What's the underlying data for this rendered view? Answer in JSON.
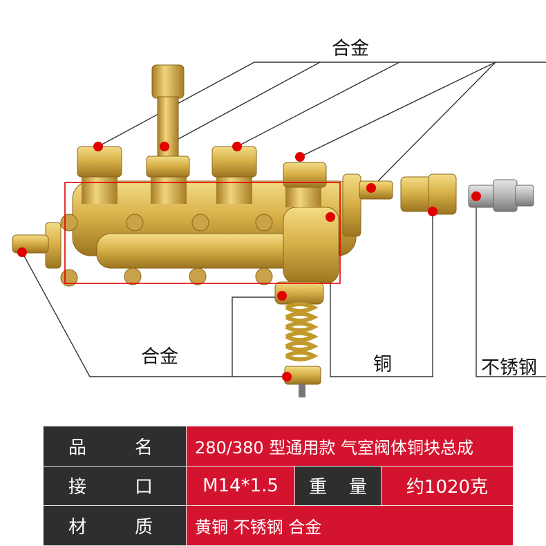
{
  "callouts": {
    "alloy_top": "合金",
    "alloy_bottom": "合金",
    "copper": "铜",
    "stainless": "不锈钢"
  },
  "spec_table": {
    "row1": {
      "label_a": "品",
      "label_b": "名",
      "value": "280/380 型通用款  气室阀体铜块总成"
    },
    "row2": {
      "label_a": "接",
      "label_b": "口",
      "value": "M14*1.5",
      "label2_a": "重",
      "label2_b": "量",
      "value2": "约1020克"
    },
    "row3": {
      "label_a": "材",
      "label_b": "质",
      "value": "黄铜  不锈钢   合金"
    }
  },
  "colors": {
    "brass": "#d9b24a",
    "marker": "#e00000",
    "label_cell": "#2e2e2e",
    "value_cell": "#d4142f"
  }
}
